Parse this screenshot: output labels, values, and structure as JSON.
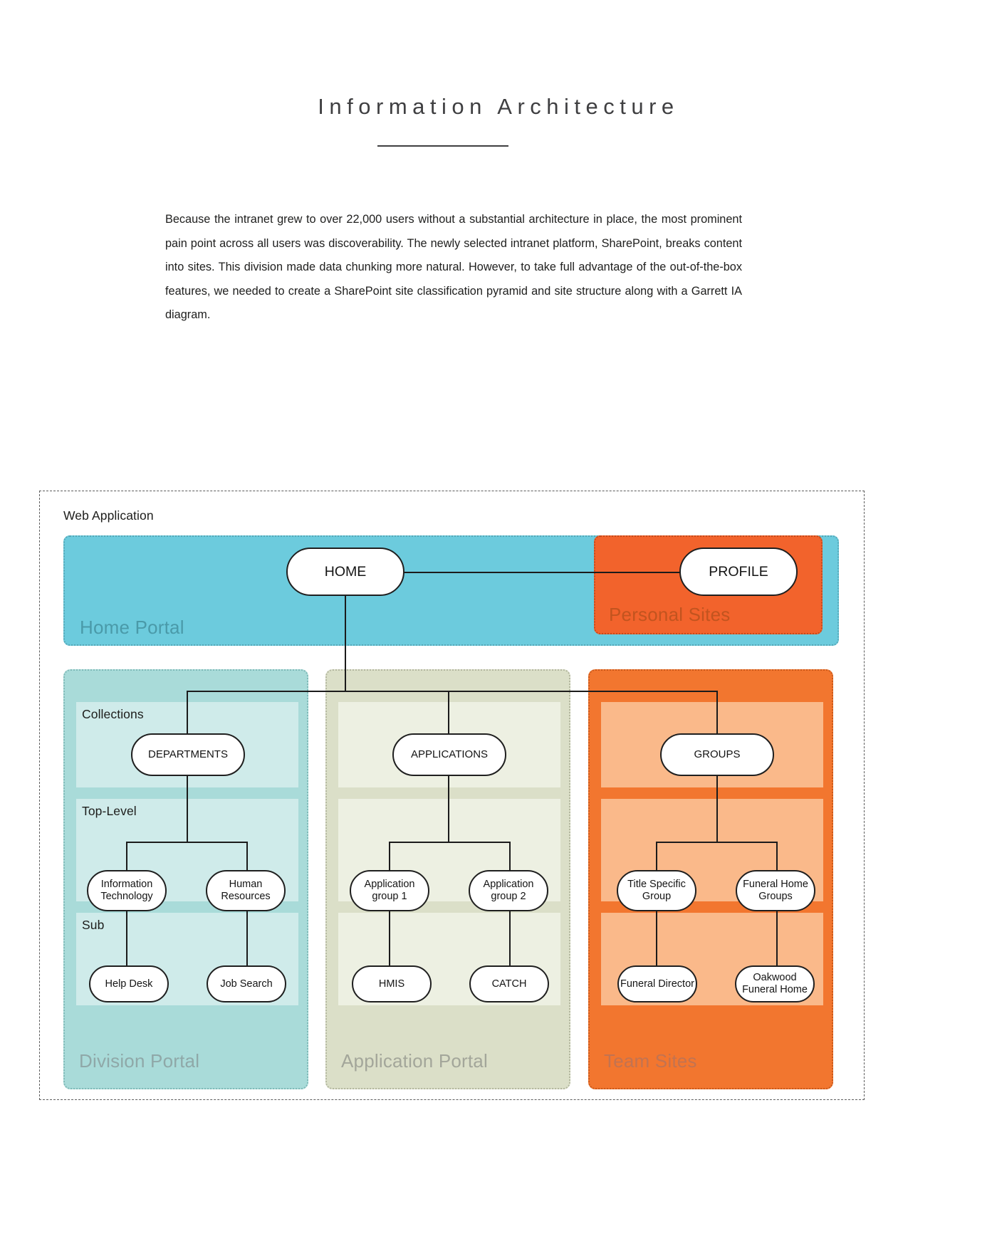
{
  "header": {
    "title": "Information Architecture"
  },
  "intro": {
    "paragraph": "Because the intranet grew to over 22,000 users without a substantial architecture in place, the most prominent pain point across all users was discoverability. The newly selected intranet platform, SharePoint, breaks content into sites. This division made data chunking more natural. However, to take full advantage of the out-of-the-box features, we needed to create a SharePoint site classification pyramid and site structure along with a Garrett IA diagram."
  },
  "diagram": {
    "container_label": "Web Application",
    "colors": {
      "home_portal": "#6CCBDD",
      "personal_sites": "#F2632C",
      "division_portal": "#A9DBD9",
      "division_band": "#CFEBEA",
      "application_portal": "#DBDFC8",
      "application_band": "#EDF0E2",
      "team_sites": "#F2762F",
      "team_band": "#FAB98A",
      "connector": "#1b1b1b",
      "node_fill": "#FFFFFF"
    },
    "home_portal": {
      "label": "Home Portal",
      "node": "HOME"
    },
    "personal_sites": {
      "label": "Personal Sites",
      "node": "PROFILE"
    },
    "tiers": {
      "collections": "Collections",
      "top_level": "Top-Level",
      "sub": "Sub"
    },
    "columns": [
      {
        "label": "Division Portal",
        "collections": "DEPARTMENTS",
        "top_level": [
          "Information Technology",
          "Human Resources"
        ],
        "sub": [
          "Help Desk",
          "Job Search"
        ]
      },
      {
        "label": "Application Portal",
        "collections": "APPLICATIONS",
        "top_level": [
          "Application group 1",
          "Application group 2"
        ],
        "sub": [
          "HMIS",
          "CATCH"
        ]
      },
      {
        "label": "Team Sites",
        "collections": "GROUPS",
        "top_level": [
          "Title Specific Group",
          "Funeral Home Groups"
        ],
        "sub": [
          "Funeral Director",
          "Oakwood Funeral Home"
        ]
      }
    ]
  }
}
